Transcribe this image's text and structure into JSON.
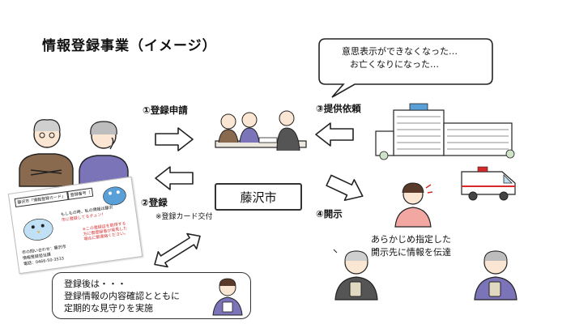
{
  "title": "情報登録事業（イメージ）",
  "steps": {
    "s1": "①登録申請",
    "s2": "②登録",
    "s2_note": "※登録カード交付",
    "s3": "③提供依頼",
    "s4": "④開示"
  },
  "city": "藤沢市",
  "speech": {
    "line1": "意思表示ができなくなった…",
    "line2": "お亡くなりになった…"
  },
  "disclosure": {
    "line1": "あらかじめ指定した",
    "line2": "開示先に情報を伝達"
  },
  "after": {
    "line1": "登録後は・・・",
    "line2": "登録情報の内容確認とともに",
    "line3": "定期的な見守りを実施"
  },
  "card": {
    "field1": "藤沢市「情報登録カード」",
    "field2": "登録番号（",
    "msg1": "もしもの時、私の情報は藤沢",
    "msg2": "市に登録してるチュン！",
    "warn1": "※この登録証を取得する",
    "warn2": "方に御登録者が発見した",
    "warn3": "場合に御連絡ください。",
    "contact1": "市の問い合わせ：藤沢市",
    "contact2": "情報登録担当課",
    "contact3": "電話：0466-50-3533"
  },
  "colors": {
    "brown_sweater": "#8a6a4e",
    "purple_sweater": "#7b74b8",
    "pink_shirt": "#f2a7a3",
    "card_blue": "#5aa0d8",
    "warn_red": "#d62a2a",
    "arrow_fill": "#ffffff",
    "stroke": "#222222"
  },
  "icons": [
    "elderly-man-icon",
    "elderly-woman-icon",
    "consultation-icon",
    "hospital-icon",
    "ambulance-icon",
    "nurse-icon",
    "staff-icon",
    "caregiver-icon",
    "bird-mascot-icon",
    "phone-icon"
  ]
}
